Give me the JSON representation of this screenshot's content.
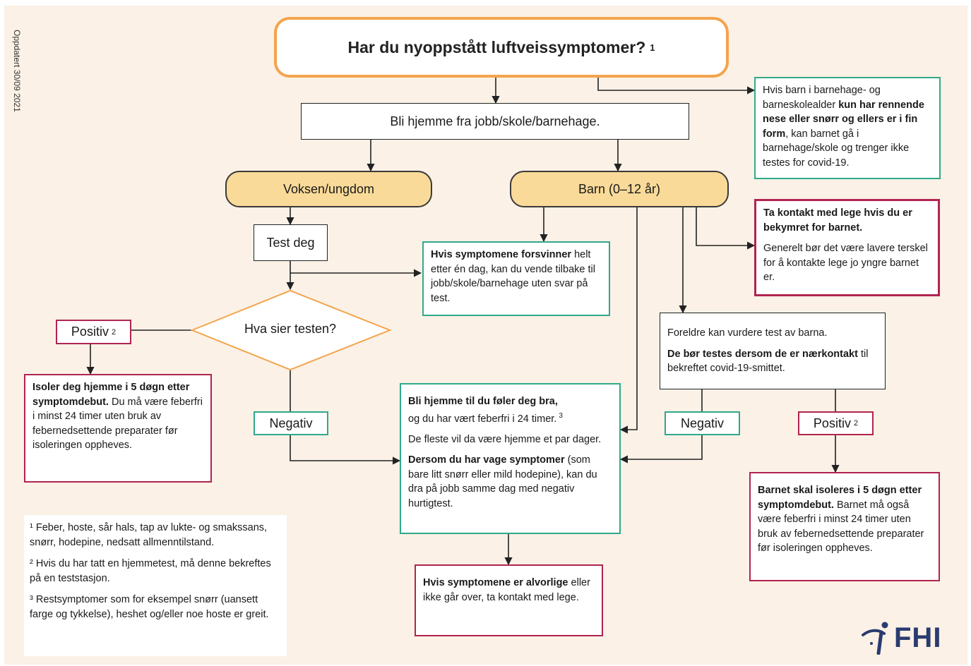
{
  "updated": "Oppdatert 30/09 2021",
  "title": {
    "text": "Har du nyoppstått luftveissymptomer?",
    "note": "1"
  },
  "stay_home": "Bli hjemme fra jobb/skole/barnehage.",
  "kids_runny": {
    "p1_a": "Hvis barn i barnehage- og barneskolealder ",
    "p1_b": "kun har rennende nese eller snørr og ellers er i fin form",
    "p1_c": ", kan barnet gå i barnehage/skole og trenger ikke testes for covid-19."
  },
  "adult": "Voksen/ungdom",
  "child": "Barn (0–12 år)",
  "test": "Test deg",
  "symptoms_vanish": {
    "a": "Hvis symptomene forsvinner",
    "b": " helt etter én dag, kan du vende tilbake til jobb/skole/barnehage uten svar på test."
  },
  "contact_doctor": {
    "a": "Ta kontakt med lege hvis du er bekymret for barnet.",
    "b": "Generelt bør det være lavere terskel for å kontakte lege jo yngre barnet er."
  },
  "decision": "Hva sier testen?",
  "positive_left": {
    "label": "Positiv",
    "note": "2"
  },
  "negative_left": "Negativ",
  "parents": {
    "a": "Foreldre kan vurdere test av barna.",
    "b": "De bør testes dersom de er nærkontakt",
    "c": " til bekreftet covid-19-smittet."
  },
  "isolate_adult": {
    "a": "Isoler deg hjemme i 5 døgn etter symptomdebut.",
    "b": " Du må være feberfri i minst 24 timer uten bruk av febernedsettende preparater før isoleringen oppheves."
  },
  "stay_home_well": {
    "p1a": "Bli hjemme til du føler deg bra,",
    "p1b": "og du har vært feberfri i 24 timer.",
    "p1note": "3",
    "p2": "De fleste vil da være hjemme et par dager.",
    "p3a": "Dersom du har vage symptomer",
    "p3b": " (som bare litt snørr eller mild hodepine), kan du dra på jobb samme dag med negativ hurtigtest."
  },
  "negative_right": "Negativ",
  "positive_right": {
    "label": "Positiv",
    "note": "2"
  },
  "isolate_child": {
    "a": "Barnet skal isoleres i 5 døgn etter symptomdebut.",
    "b": " Barnet må også være feberfri i minst 24 timer uten bruk av febernedsettende preparater før isoleringen oppheves."
  },
  "serious": {
    "a": "Hvis symptomene er alvorlige",
    "b": " eller ikke går over, ta kontakt med lege."
  },
  "footnotes": {
    "f1": "¹ Feber, hoste, sår hals, tap av lukte- og smakssans, snørr, hodepine, nedsatt allmenntilstand.",
    "f2": "² Hvis du har tatt en hjemmetest, må denne bekreftes på en teststasjon.",
    "f3": "³ Restsymptomer som for eksempel snørr (uansett farge og tykkelse), heshet og/eller noe hoste er greit."
  },
  "logo": "FHI",
  "colors": {
    "green": "#2fa98a",
    "red": "#b0244f",
    "orange": "#f3a44c",
    "pill": "#f9da98",
    "navy": "#2a3b70",
    "background": "#fbf1e6"
  }
}
